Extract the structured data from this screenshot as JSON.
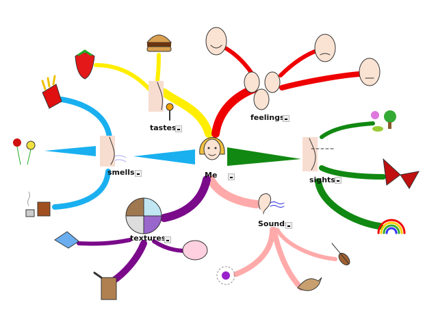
{
  "center": {
    "label": "Me"
  },
  "branches": [
    {
      "label": "tastes",
      "color": "#ffee00"
    },
    {
      "label": "feelings",
      "color": "#ee0000"
    },
    {
      "label": "smells",
      "color": "#1ab0f0"
    },
    {
      "label": "sights",
      "color": "#118811"
    },
    {
      "label": "Sounds",
      "color": "#ffaaaa"
    },
    {
      "label": "textures",
      "color": "#7a0a8a"
    }
  ],
  "collapse_icon": "minus"
}
